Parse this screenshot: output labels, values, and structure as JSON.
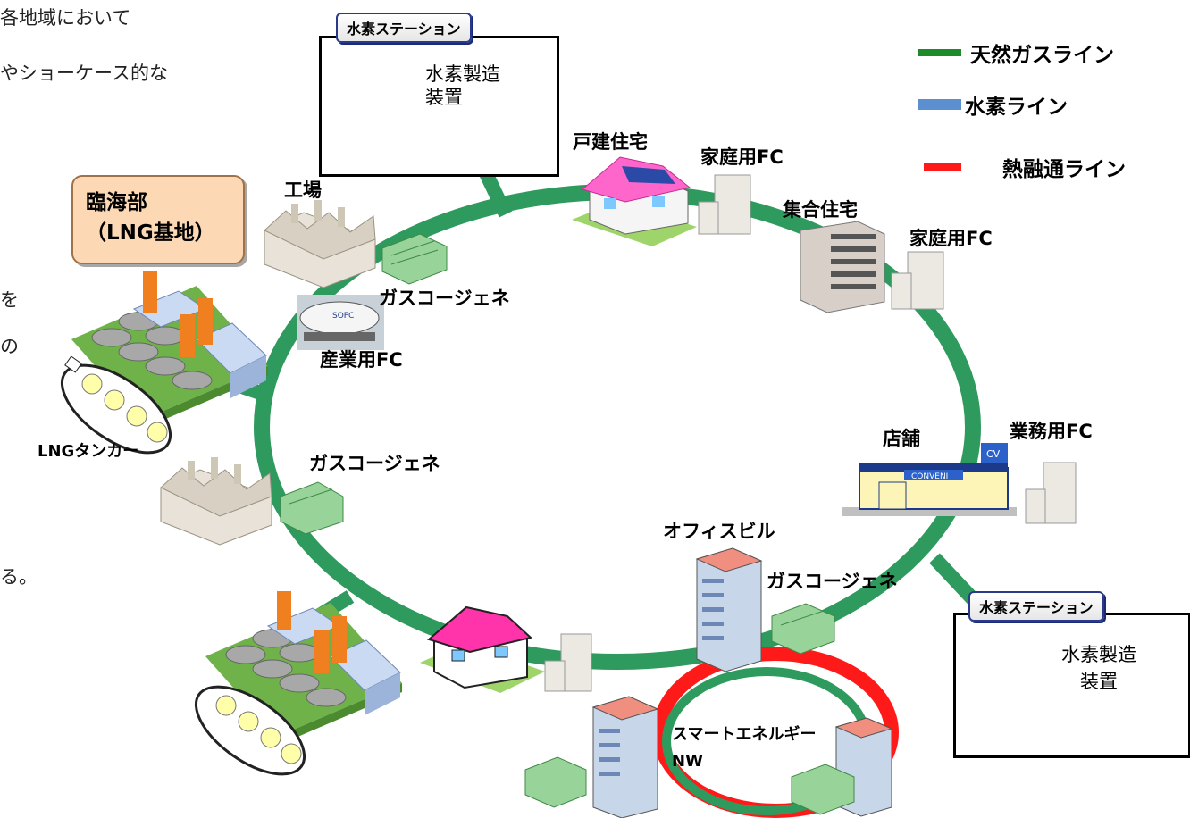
{
  "clipped_text": {
    "line1": "各地域において",
    "line2": "やショーケース的な",
    "line3": "を",
    "line4": "の",
    "line5": "る。"
  },
  "rinkai": {
    "line1": "臨海部",
    "line2": "（LNG基地）"
  },
  "legend": [
    {
      "label": "天然ガスライン",
      "color": "#1f8a2a"
    },
    {
      "label": "水素ライン",
      "color": "#5b8fd0"
    },
    {
      "label": "熱融通ライン",
      "color": "#ff1a1a"
    }
  ],
  "station_top": {
    "tag": "水素ステーション",
    "device_line1": "水素製造",
    "device_line2": "装置"
  },
  "station_right": {
    "tag": "水素ステーション",
    "device_line1": "水素製造",
    "device_line2": "装置"
  },
  "labels": {
    "kojo": "工場",
    "gas_cogen_1": "ガスコージェネ",
    "sangyo_fc": "産業用FC",
    "lng_tanker": "LNGタンカー",
    "gas_cogen_2": "ガスコージェネ",
    "kodate": "戸建住宅",
    "katei_fc_1": "家庭用FC",
    "shugo": "集合住宅",
    "katei_fc_2": "家庭用FC",
    "tenpo": "店舗",
    "gyomu_fc": "業務用FC",
    "office": "オフィスビル",
    "gas_cogen_3": "ガスコージェネ",
    "smart_line1": "スマートエネルギー",
    "smart_line2": "NW",
    "conveni": "CONVENI",
    "cv": "CV",
    "sofc": "SOFC"
  },
  "colors": {
    "ring": "#2e9a5e",
    "heat": "#ff1a1a",
    "tank_orange": "#f07f20",
    "pink_roof": "#ff33aa"
  }
}
